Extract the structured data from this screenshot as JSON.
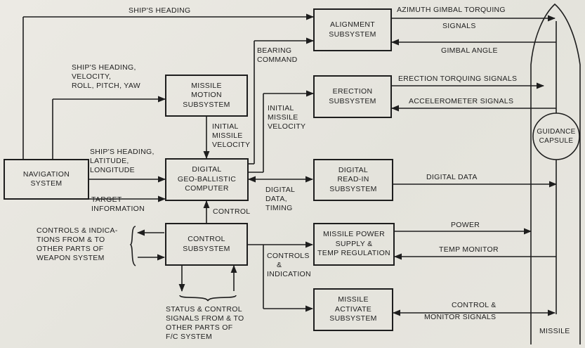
{
  "boxes": {
    "navigation": [
      "NAVIGATION",
      "SYSTEM"
    ],
    "motion": [
      "MISSILE",
      "MOTION",
      "SUBSYSTEM"
    ],
    "computer": [
      "DIGITAL",
      "GEO-BALLISTIC",
      "COMPUTER"
    ],
    "control": [
      "CONTROL",
      "SUBSYSTEM"
    ],
    "alignment": [
      "ALIGNMENT",
      "SUBSYSTEM"
    ],
    "erection": [
      "ERECTION",
      "SUBSYSTEM"
    ],
    "readin": [
      "DIGITAL",
      "READ-IN",
      "SUBSYSTEM"
    ],
    "power": [
      "MISSILE POWER",
      "SUPPLY &",
      "TEMP REGULATION"
    ],
    "activate": [
      "MISSILE",
      "ACTIVATE",
      "SUBSYSTEM"
    ],
    "guidance": [
      "GUIDANCE",
      "CAPSULE"
    ]
  },
  "labels": {
    "ships_heading_top": "SHIP'S HEADING",
    "nav_to_motion": [
      "SHIP'S HEADING,",
      "VELOCITY,",
      "ROLL, PITCH, YAW"
    ],
    "bearing": [
      "BEARING",
      "COMMAND"
    ],
    "initial_velocity_erection": [
      "INITIAL",
      "MISSILE",
      "VELOCITY"
    ],
    "initial_velocity_computer": [
      "INITIAL",
      "MISSILE",
      "VELOCITY"
    ],
    "nav_to_computer": [
      "SHIP'S HEADING,",
      "LATITUDE,",
      "LONGITUDE"
    ],
    "target": [
      "TARGET",
      "INFORMATION"
    ],
    "control": "CONTROL",
    "digital_timing": [
      "DIGITAL",
      "DATA,",
      "TIMING"
    ],
    "external_controls": [
      "CONTROLS & INDICA-",
      "TIONS FROM & TO",
      "OTHER PARTS OF",
      "WEAPON SYSTEM"
    ],
    "status": [
      "STATUS & CONTROL",
      "SIGNALS FROM & TO",
      "OTHER PARTS OF",
      "F/C SYSTEM"
    ],
    "controls_indication": [
      "CONTROLS",
      "&",
      "INDICATION"
    ],
    "azimuth": "AZIMUTH GIMBAL TORQUING",
    "signals": "SIGNALS",
    "gimbal_angle": "GIMBAL ANGLE",
    "erection_torquing": "ERECTION TORQUING SIGNALS",
    "accelerometer": "ACCELEROMETER SIGNALS",
    "digital_data": "DIGITAL DATA",
    "power": "POWER",
    "temp_monitor": "TEMP MONITOR",
    "control_monitor": [
      "CONTROL &",
      "MONITOR SIGNALS"
    ],
    "missile": "MISSILE"
  },
  "colors": {
    "ink": "#1e1e1e",
    "paper": "#e9e8e2"
  }
}
